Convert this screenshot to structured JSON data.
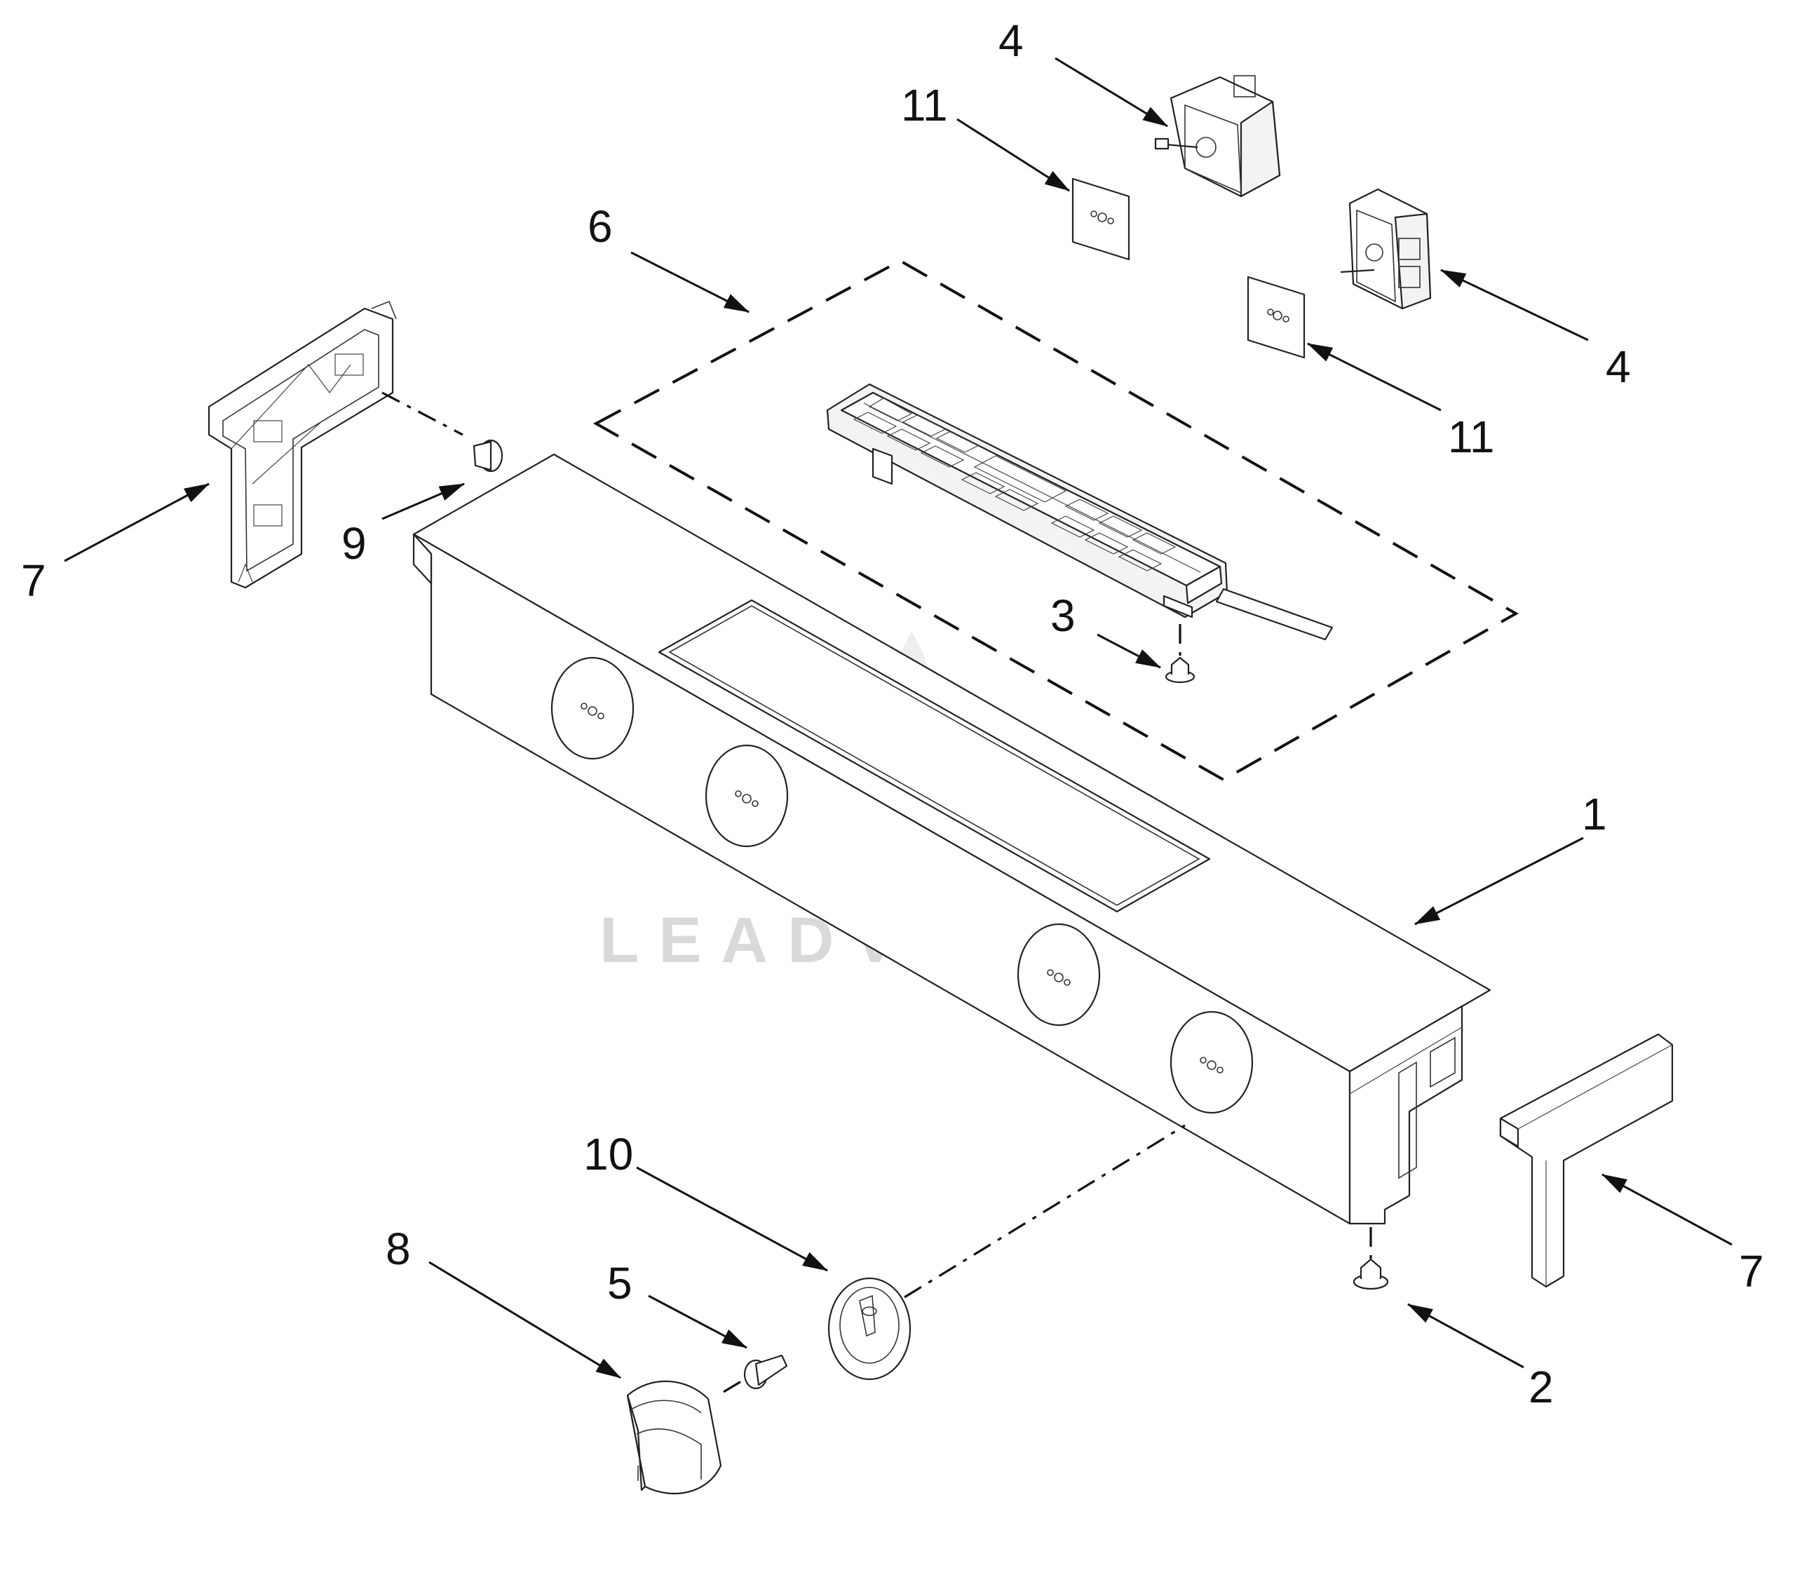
{
  "callouts": [
    {
      "id": "1",
      "label": "1"
    },
    {
      "id": "2",
      "label": "2"
    },
    {
      "id": "3",
      "label": "3"
    },
    {
      "id": "4a",
      "label": "4"
    },
    {
      "id": "4b",
      "label": "4"
    },
    {
      "id": "5",
      "label": "5"
    },
    {
      "id": "6",
      "label": "6"
    },
    {
      "id": "7a",
      "label": "7"
    },
    {
      "id": "7b",
      "label": "7"
    },
    {
      "id": "8",
      "label": "8"
    },
    {
      "id": "9",
      "label": "9"
    },
    {
      "id": "10",
      "label": "10"
    },
    {
      "id": "11a",
      "label": "11"
    },
    {
      "id": "11b",
      "label": "11"
    }
  ],
  "watermark": {
    "text": "LEADVENTURE"
  },
  "colors": {
    "line": "#222222",
    "watermark": "#d9d9d9",
    "background": "#ffffff"
  }
}
